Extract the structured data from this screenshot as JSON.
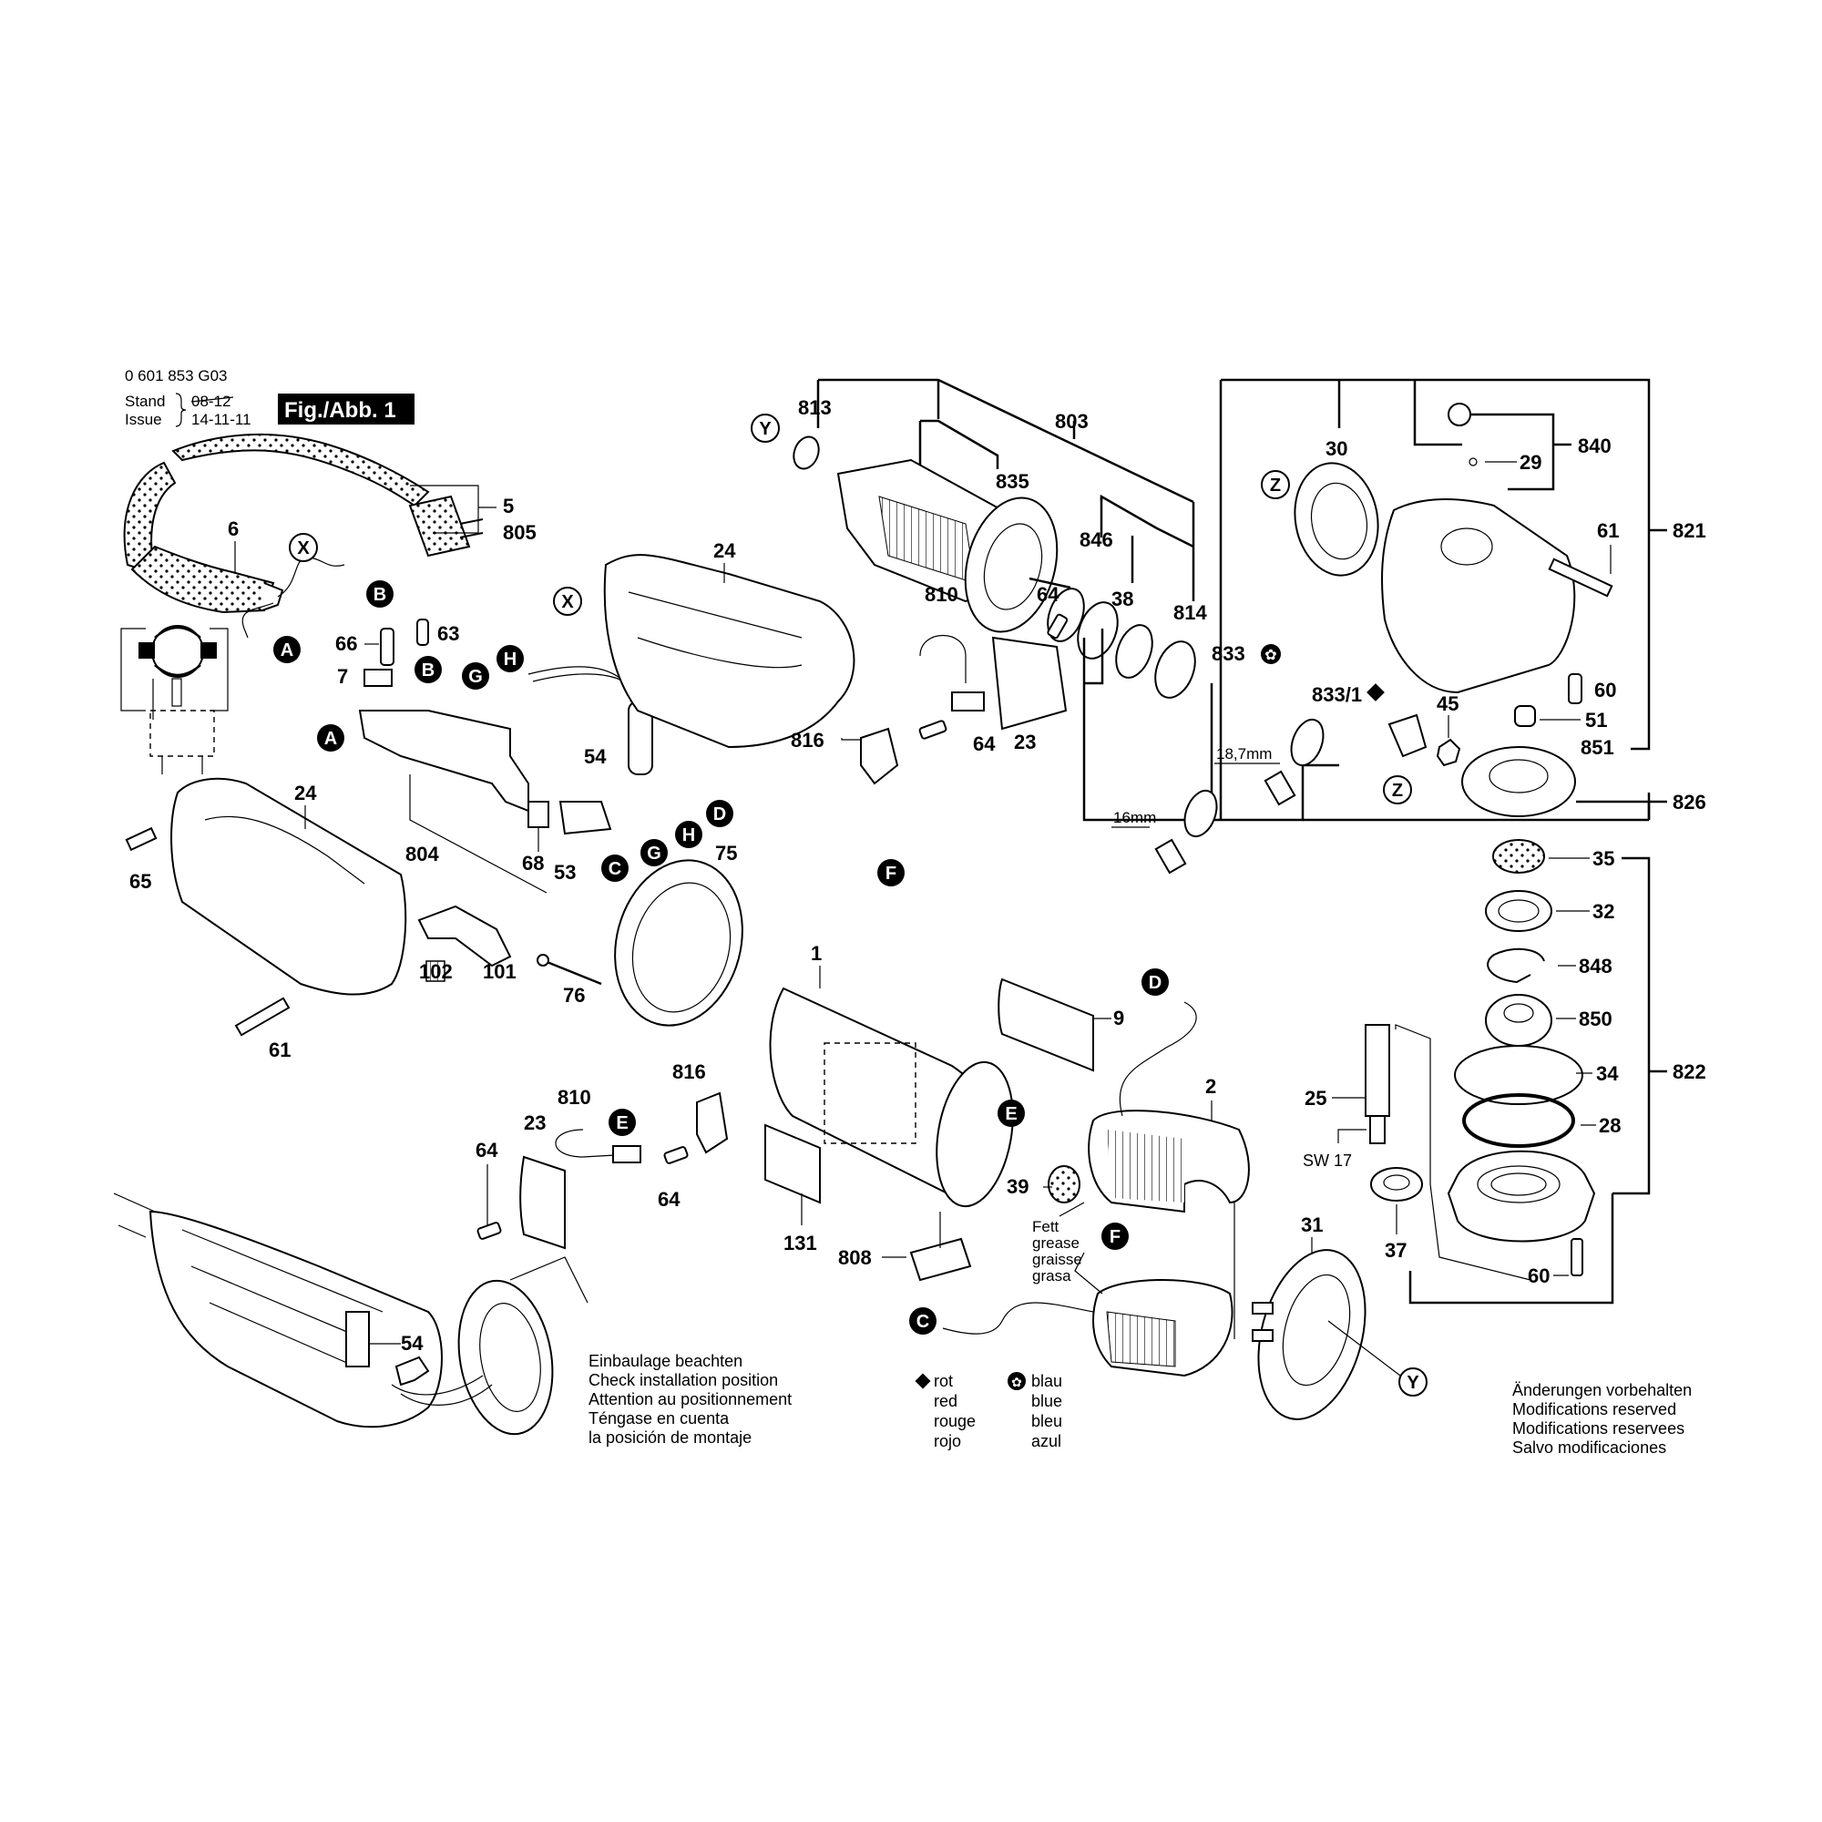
{
  "header": {
    "part_number": "0 601 853 G03",
    "stand_label": "Stand",
    "issue_label": "Issue",
    "old_date": "08-12",
    "date": "14-11-11",
    "figure": "Fig./Abb. 1"
  },
  "labels": {
    "l813": "813",
    "l803": "803",
    "l835": "835",
    "l846": "846",
    "l38": "38",
    "l814": "814",
    "l833": "833",
    "l833_1": "833/1",
    "l30": "30",
    "l840": "840",
    "l29": "29",
    "l61a": "61",
    "l821": "821",
    "l60a": "60",
    "l51": "51",
    "l851": "851",
    "l45": "45",
    "l826": "826",
    "l35": "35",
    "l32": "32",
    "l848": "848",
    "l850": "850",
    "l34": "34",
    "l822": "822",
    "l28": "28",
    "l25": "25",
    "sw17": "SW 17",
    "l37": "37",
    "l60b": "60",
    "l31": "31",
    "l5": "5",
    "l805": "805",
    "l6": "6",
    "l24a": "24",
    "l66": "66",
    "l63": "63",
    "l7": "7",
    "l54a": "54",
    "l24b": "24",
    "l65": "65",
    "l804": "804",
    "l68": "68",
    "l53": "53",
    "l75": "75",
    "l102": "102",
    "l101": "101",
    "l76": "76",
    "l61b": "61",
    "l810a": "810",
    "l64a": "64",
    "l816a": "816",
    "l64b": "64",
    "l23a": "23",
    "l1": "1",
    "l9": "9",
    "l816b": "816",
    "l810b": "810",
    "l23b": "23",
    "l64c": "64",
    "l64d": "64",
    "l131": "131",
    "l808": "808",
    "l2": "2",
    "l39": "39",
    "l54b": "54",
    "mm187": "18,7mm",
    "mm16": "16mm"
  },
  "connectors": {
    "A": "A",
    "B": "B",
    "C": "C",
    "D": "D",
    "E": "E",
    "F": "F",
    "G": "G",
    "H": "H"
  },
  "refs": {
    "X": "X",
    "Y": "Y",
    "Z": "Z"
  },
  "grease": [
    "Fett",
    "grease",
    "graisse",
    "grasa"
  ],
  "legend": {
    "red": [
      "rot",
      "red",
      "rouge",
      "rojo"
    ],
    "blue": [
      "blau",
      "blue",
      "bleu",
      "azul"
    ]
  },
  "install_note": [
    "Einbaulage beachten",
    "Check installation position",
    "Attention au positionnement",
    "Téngase en cuenta",
    "la posición de montaje"
  ],
  "modifications": [
    "Änderungen vorbehalten",
    "Modifications reserved",
    "Modifications reservees",
    "Salvo modificaciones"
  ]
}
